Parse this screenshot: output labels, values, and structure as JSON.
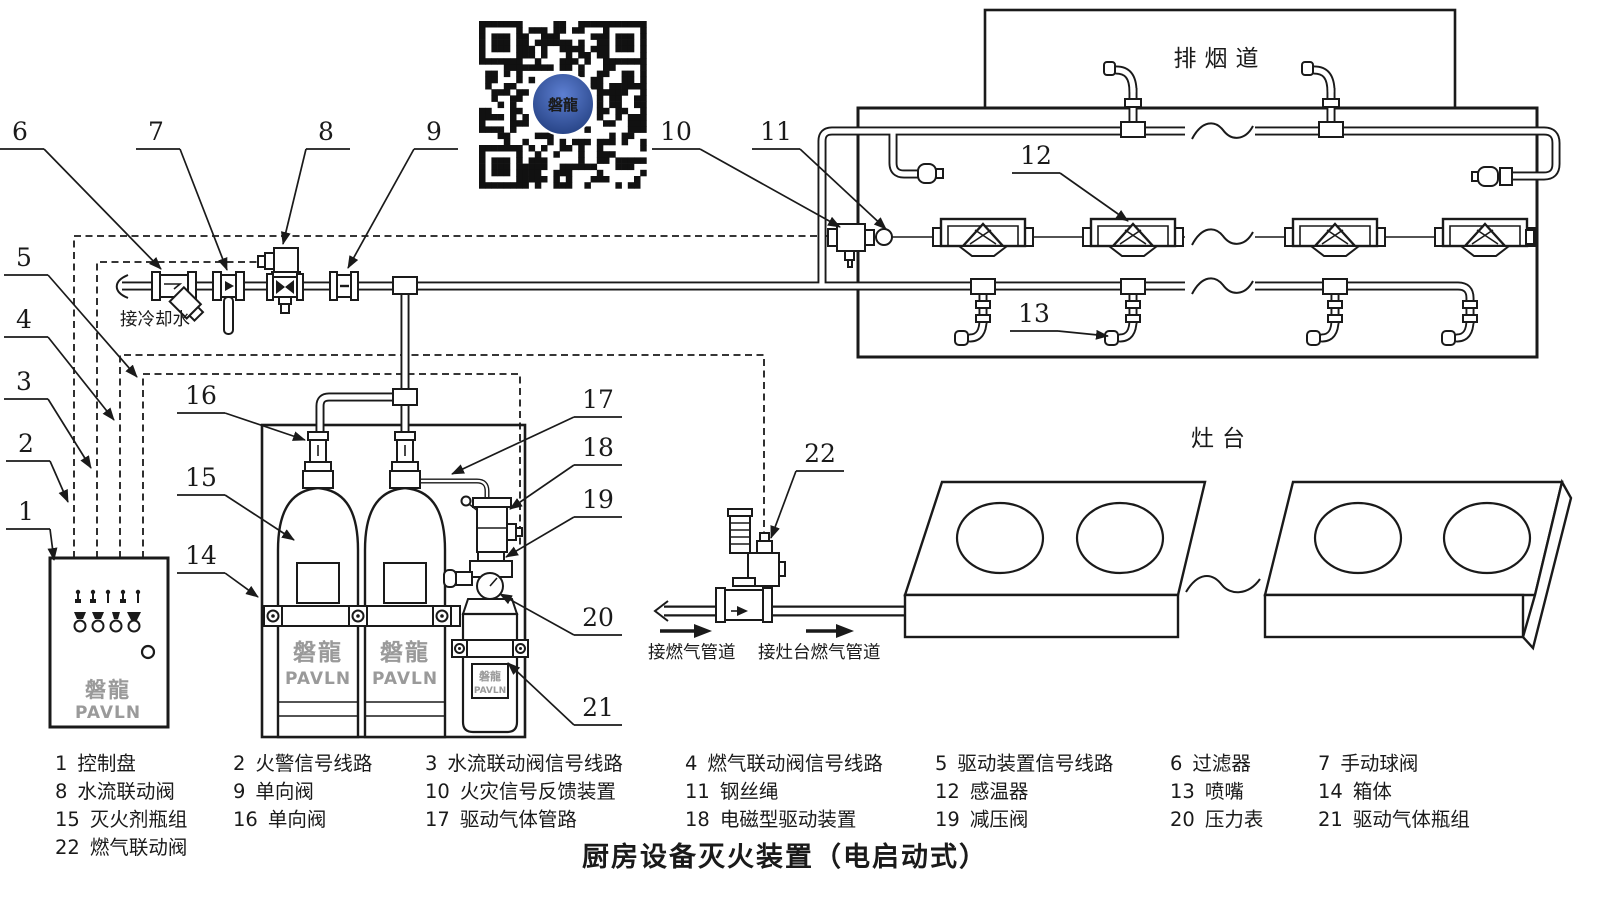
{
  "title": "厨房设备灭火装置（电启动式）",
  "labels": {
    "cooling_water": "接冷却水",
    "exhaust_duct": "排烟道",
    "stove": "灶台",
    "gas_inlet": "接燃气管道",
    "stove_gas": "接灶台燃气管道"
  },
  "brand": {
    "cn": "磐龍",
    "en": "PAVLN"
  },
  "qr": {
    "center_text": "磐龍",
    "fg": "#111111",
    "logo_color": "#2e4f9e"
  },
  "callouts": [
    {
      "n": "1"
    },
    {
      "n": "2"
    },
    {
      "n": "3"
    },
    {
      "n": "4"
    },
    {
      "n": "5"
    },
    {
      "n": "6"
    },
    {
      "n": "7"
    },
    {
      "n": "8"
    },
    {
      "n": "9"
    },
    {
      "n": "10"
    },
    {
      "n": "11"
    },
    {
      "n": "12"
    },
    {
      "n": "13"
    },
    {
      "n": "14"
    },
    {
      "n": "15"
    },
    {
      "n": "16"
    },
    {
      "n": "17"
    },
    {
      "n": "18"
    },
    {
      "n": "19"
    },
    {
      "n": "20"
    },
    {
      "n": "21"
    },
    {
      "n": "22"
    }
  ],
  "legend": {
    "items": [
      {
        "n": "1",
        "label": "控制盘"
      },
      {
        "n": "2",
        "label": "火警信号线路"
      },
      {
        "n": "3",
        "label": "水流联动阀信号线路"
      },
      {
        "n": "4",
        "label": "燃气联动阀信号线路"
      },
      {
        "n": "5",
        "label": "驱动装置信号线路"
      },
      {
        "n": "6",
        "label": "过滤器"
      },
      {
        "n": "7",
        "label": "手动球阀"
      },
      {
        "n": "8",
        "label": "水流联动阀"
      },
      {
        "n": "9",
        "label": "单向阀"
      },
      {
        "n": "10",
        "label": "火灾信号反馈装置"
      },
      {
        "n": "11",
        "label": "钢丝绳"
      },
      {
        "n": "12",
        "label": "感温器"
      },
      {
        "n": "13",
        "label": "喷嘴"
      },
      {
        "n": "14",
        "label": "箱体"
      },
      {
        "n": "15",
        "label": "灭火剂瓶组"
      },
      {
        "n": "16",
        "label": "单向阀"
      },
      {
        "n": "17",
        "label": "驱动气体管路"
      },
      {
        "n": "18",
        "label": "电磁型驱动装置"
      },
      {
        "n": "19",
        "label": "减压阀"
      },
      {
        "n": "20",
        "label": "压力表"
      },
      {
        "n": "21",
        "label": "驱动气体瓶组"
      },
      {
        "n": "22",
        "label": "燃气联动阀"
      }
    ]
  }
}
